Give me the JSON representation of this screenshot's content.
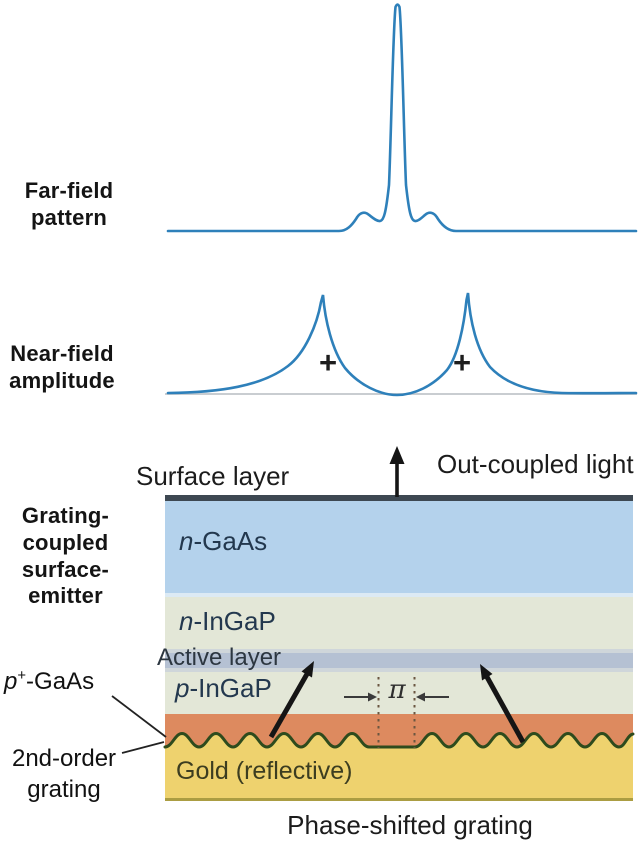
{
  "figure": {
    "far_field": {
      "label": "Far-field\npattern"
    },
    "near_field": {
      "label": "Near-field\namplitude",
      "plus_left": "+",
      "plus_right": "+"
    },
    "structure": {
      "emitter_label": "Grating-\ncoupled\nsurface-\nemitter",
      "surface_layer": "Surface layer",
      "out_coupled": "Out-coupled light",
      "layers": {
        "n_gaas": {
          "it": "n",
          "rest": "-GaAs"
        },
        "n_ingap": {
          "it": "n",
          "rest": "-InGaP"
        },
        "active": "Active layer",
        "p_ingap": {
          "it": "p",
          "rest": "-InGaP"
        },
        "gold": "Gold (reflective)"
      },
      "p_gaas": {
        "it": "p",
        "sup": "+",
        "rest": "-GaAs"
      },
      "second_order": "2nd-order\ngrating",
      "pi": "π",
      "caption": "Phase-shifted grating"
    }
  },
  "colors": {
    "curve_blue": "#2e80ba",
    "baseline_gray": "#c9cdd1",
    "top_bar": "#3d4852",
    "n_gaas_fill": "#b4d2ec",
    "divider": "#dceaf4",
    "ingap_fill": "#e3e7d7",
    "active_edge": "#cfd6da",
    "active_fill": "#b5c1d3",
    "orange_fill": "#dd8a5f",
    "gold_fill": "#eed26e",
    "gold_edge": "#ab9d42",
    "grating_line": "#2e4b1d",
    "arrow_black": "#151515",
    "dotted_line": "#6a5640",
    "pi_arrow": "#3a3a3a",
    "leader_line": "#222222"
  }
}
